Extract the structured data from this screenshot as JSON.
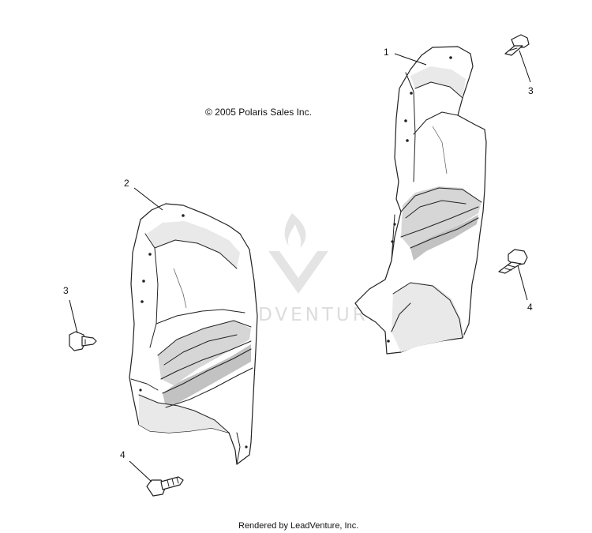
{
  "copyright": "© 2005 Polaris Sales Inc.",
  "footer": "Rendered by LeadVenture, Inc.",
  "watermark": {
    "text": "LEADVENTURE"
  },
  "callouts": [
    {
      "id": "1",
      "label": "1"
    },
    {
      "id": "2",
      "label": "2"
    },
    {
      "id": "3a",
      "label": "3"
    },
    {
      "id": "3b",
      "label": "3"
    },
    {
      "id": "4a",
      "label": "4"
    },
    {
      "id": "4b",
      "label": "4"
    }
  ]
}
